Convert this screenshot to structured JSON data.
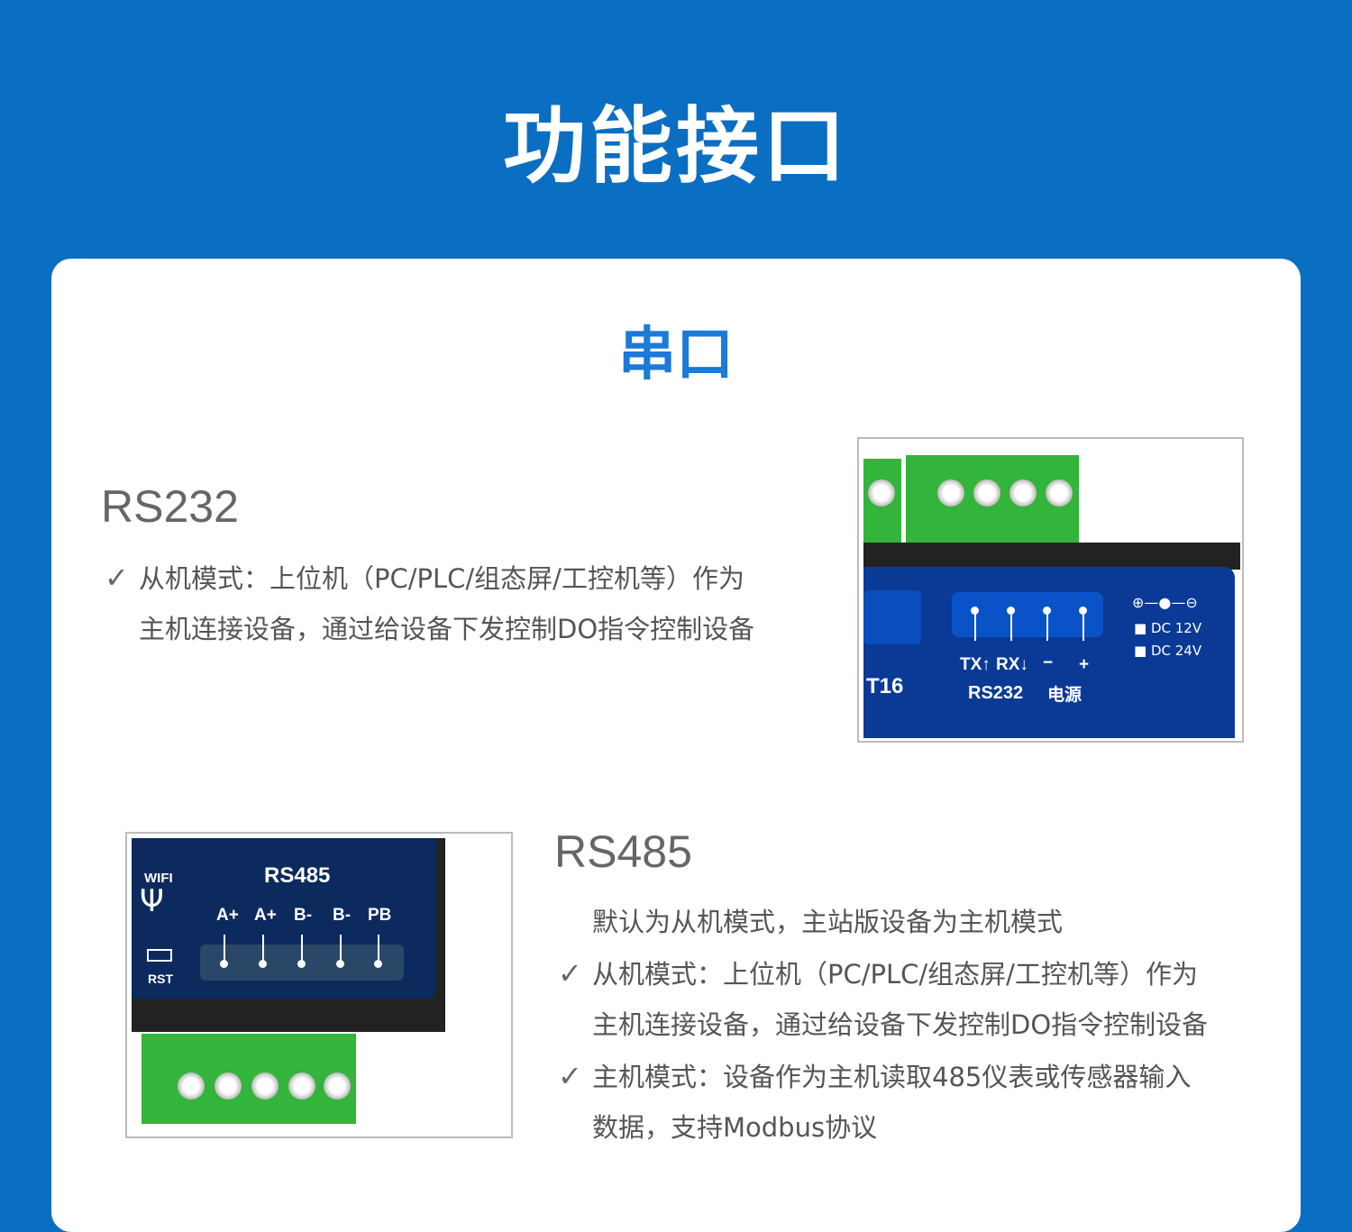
{
  "header": {
    "title": "功能接口"
  },
  "section": {
    "title": "串口"
  },
  "rs232": {
    "heading": "RS232",
    "lines": [
      {
        "check": true,
        "text": "从机模式：上位机（PC/PLC/组态屏/工控机等）作为"
      },
      {
        "check": false,
        "text": "主机连接设备，通过给设备下发控制DO指令控制设备"
      }
    ],
    "image": {
      "labels": {
        "tx": "TX↑",
        "rx": "RX↓",
        "minus": "−",
        "plus": "+",
        "rs232": "RS232",
        "power": "电源",
        "model_partial": "T16",
        "dc12": "DC 12V",
        "dc24": "DC 24V"
      }
    }
  },
  "rs485": {
    "heading": "RS485",
    "lines": [
      {
        "check": false,
        "text": "默认为从机模式，主站版设备为主机模式"
      },
      {
        "check": true,
        "text": "从机模式：上位机（PC/PLC/组态屏/工控机等）作为"
      },
      {
        "check": false,
        "text": "主机连接设备，通过给设备下发控制DO指令控制设备"
      },
      {
        "check": true,
        "text": "主机模式：设备作为主机读取485仪表或传感器输入"
      },
      {
        "check": false,
        "text": "数据，支持Modbus协议"
      }
    ],
    "image": {
      "labels": {
        "wifi": "WIFI",
        "rst": "RST",
        "title": "RS485",
        "pins": [
          "A+",
          "A+",
          "B-",
          "B-",
          "PB"
        ]
      }
    }
  },
  "colors": {
    "background": "#0a6ec2",
    "accent": "#1c7ad8",
    "panel_blue": "#0a3a96",
    "panel_navy": "#0c2a5e",
    "terminal_green": "#33b43a"
  }
}
